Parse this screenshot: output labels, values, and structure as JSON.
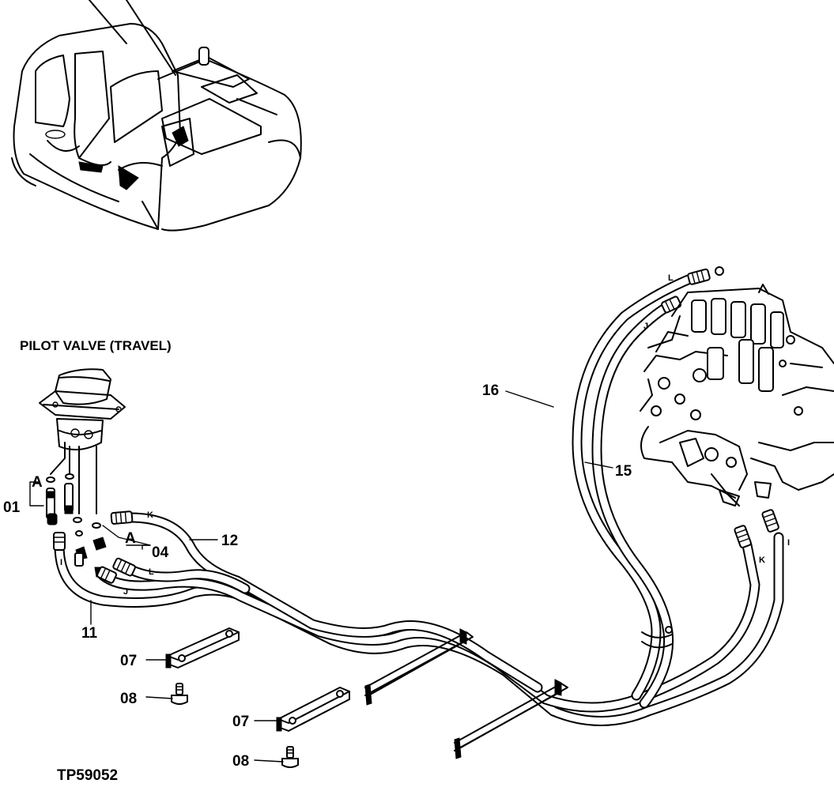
{
  "title": "PILOT VALVE (TRAVEL)",
  "figure_id": "TP59052",
  "callouts": {
    "c01": "01",
    "c04": "04",
    "c07a": "07",
    "c07b": "07",
    "c08a": "08",
    "c08b": "08",
    "c11": "11",
    "c12": "12",
    "c15": "15",
    "c16": "16"
  },
  "port_letters": {
    "a1": "A",
    "a2": "A",
    "k1": "K",
    "k2": "K",
    "i1": "I",
    "i2": "I",
    "j1": "J",
    "j2": "J",
    "l1": "L",
    "l2": "L"
  }
}
